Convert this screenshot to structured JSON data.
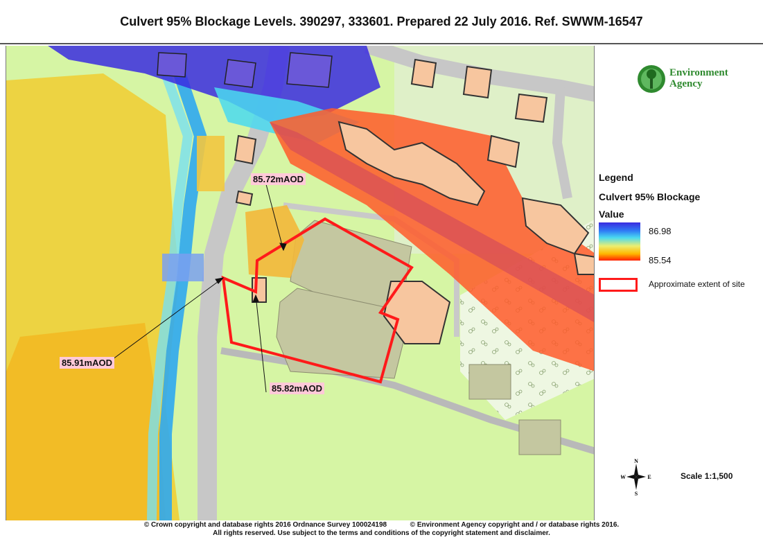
{
  "title": "Culvert 95% Blockage Levels. 390297, 333601. Prepared 22 July 2016. Ref. SWWM-16547",
  "map": {
    "callouts": [
      {
        "label": "85.72mAOD"
      },
      {
        "label": "85.91mAOD"
      },
      {
        "label": "85.82mAOD"
      }
    ]
  },
  "legend": {
    "logo_line1": "Environment",
    "logo_line2": "Agency",
    "heading": "Legend",
    "layer_title": "Culvert 95% Blockage",
    "value_label": "Value",
    "ramp_high": "86.98",
    "ramp_low": "85.54",
    "site_label": "Approximate extent of site",
    "compass": {
      "n": "N",
      "s": "S",
      "e": "E",
      "w": "W"
    },
    "scale": "Scale 1:1,500"
  },
  "colors": {
    "ramp": [
      "#3a2be0",
      "#2f7cf5",
      "#4ad9f0",
      "#ecee6f",
      "#ffb800",
      "#ff2000"
    ],
    "site_outline": "#ff1a1a",
    "callout_bg": "#ffc9d8",
    "grass": "#d6f5a4",
    "road": "#c7c7c7",
    "building": "#f7c69f"
  },
  "footer": {
    "line1_left": "© Crown copyright and database rights 2016 Ordnance Survey 100024198",
    "line1_right": "© Environment Agency copyright and / or database rights 2016.",
    "line2": "All rights reserved. Use subject to the terms and conditions of the copyright statement and disclaimer."
  }
}
